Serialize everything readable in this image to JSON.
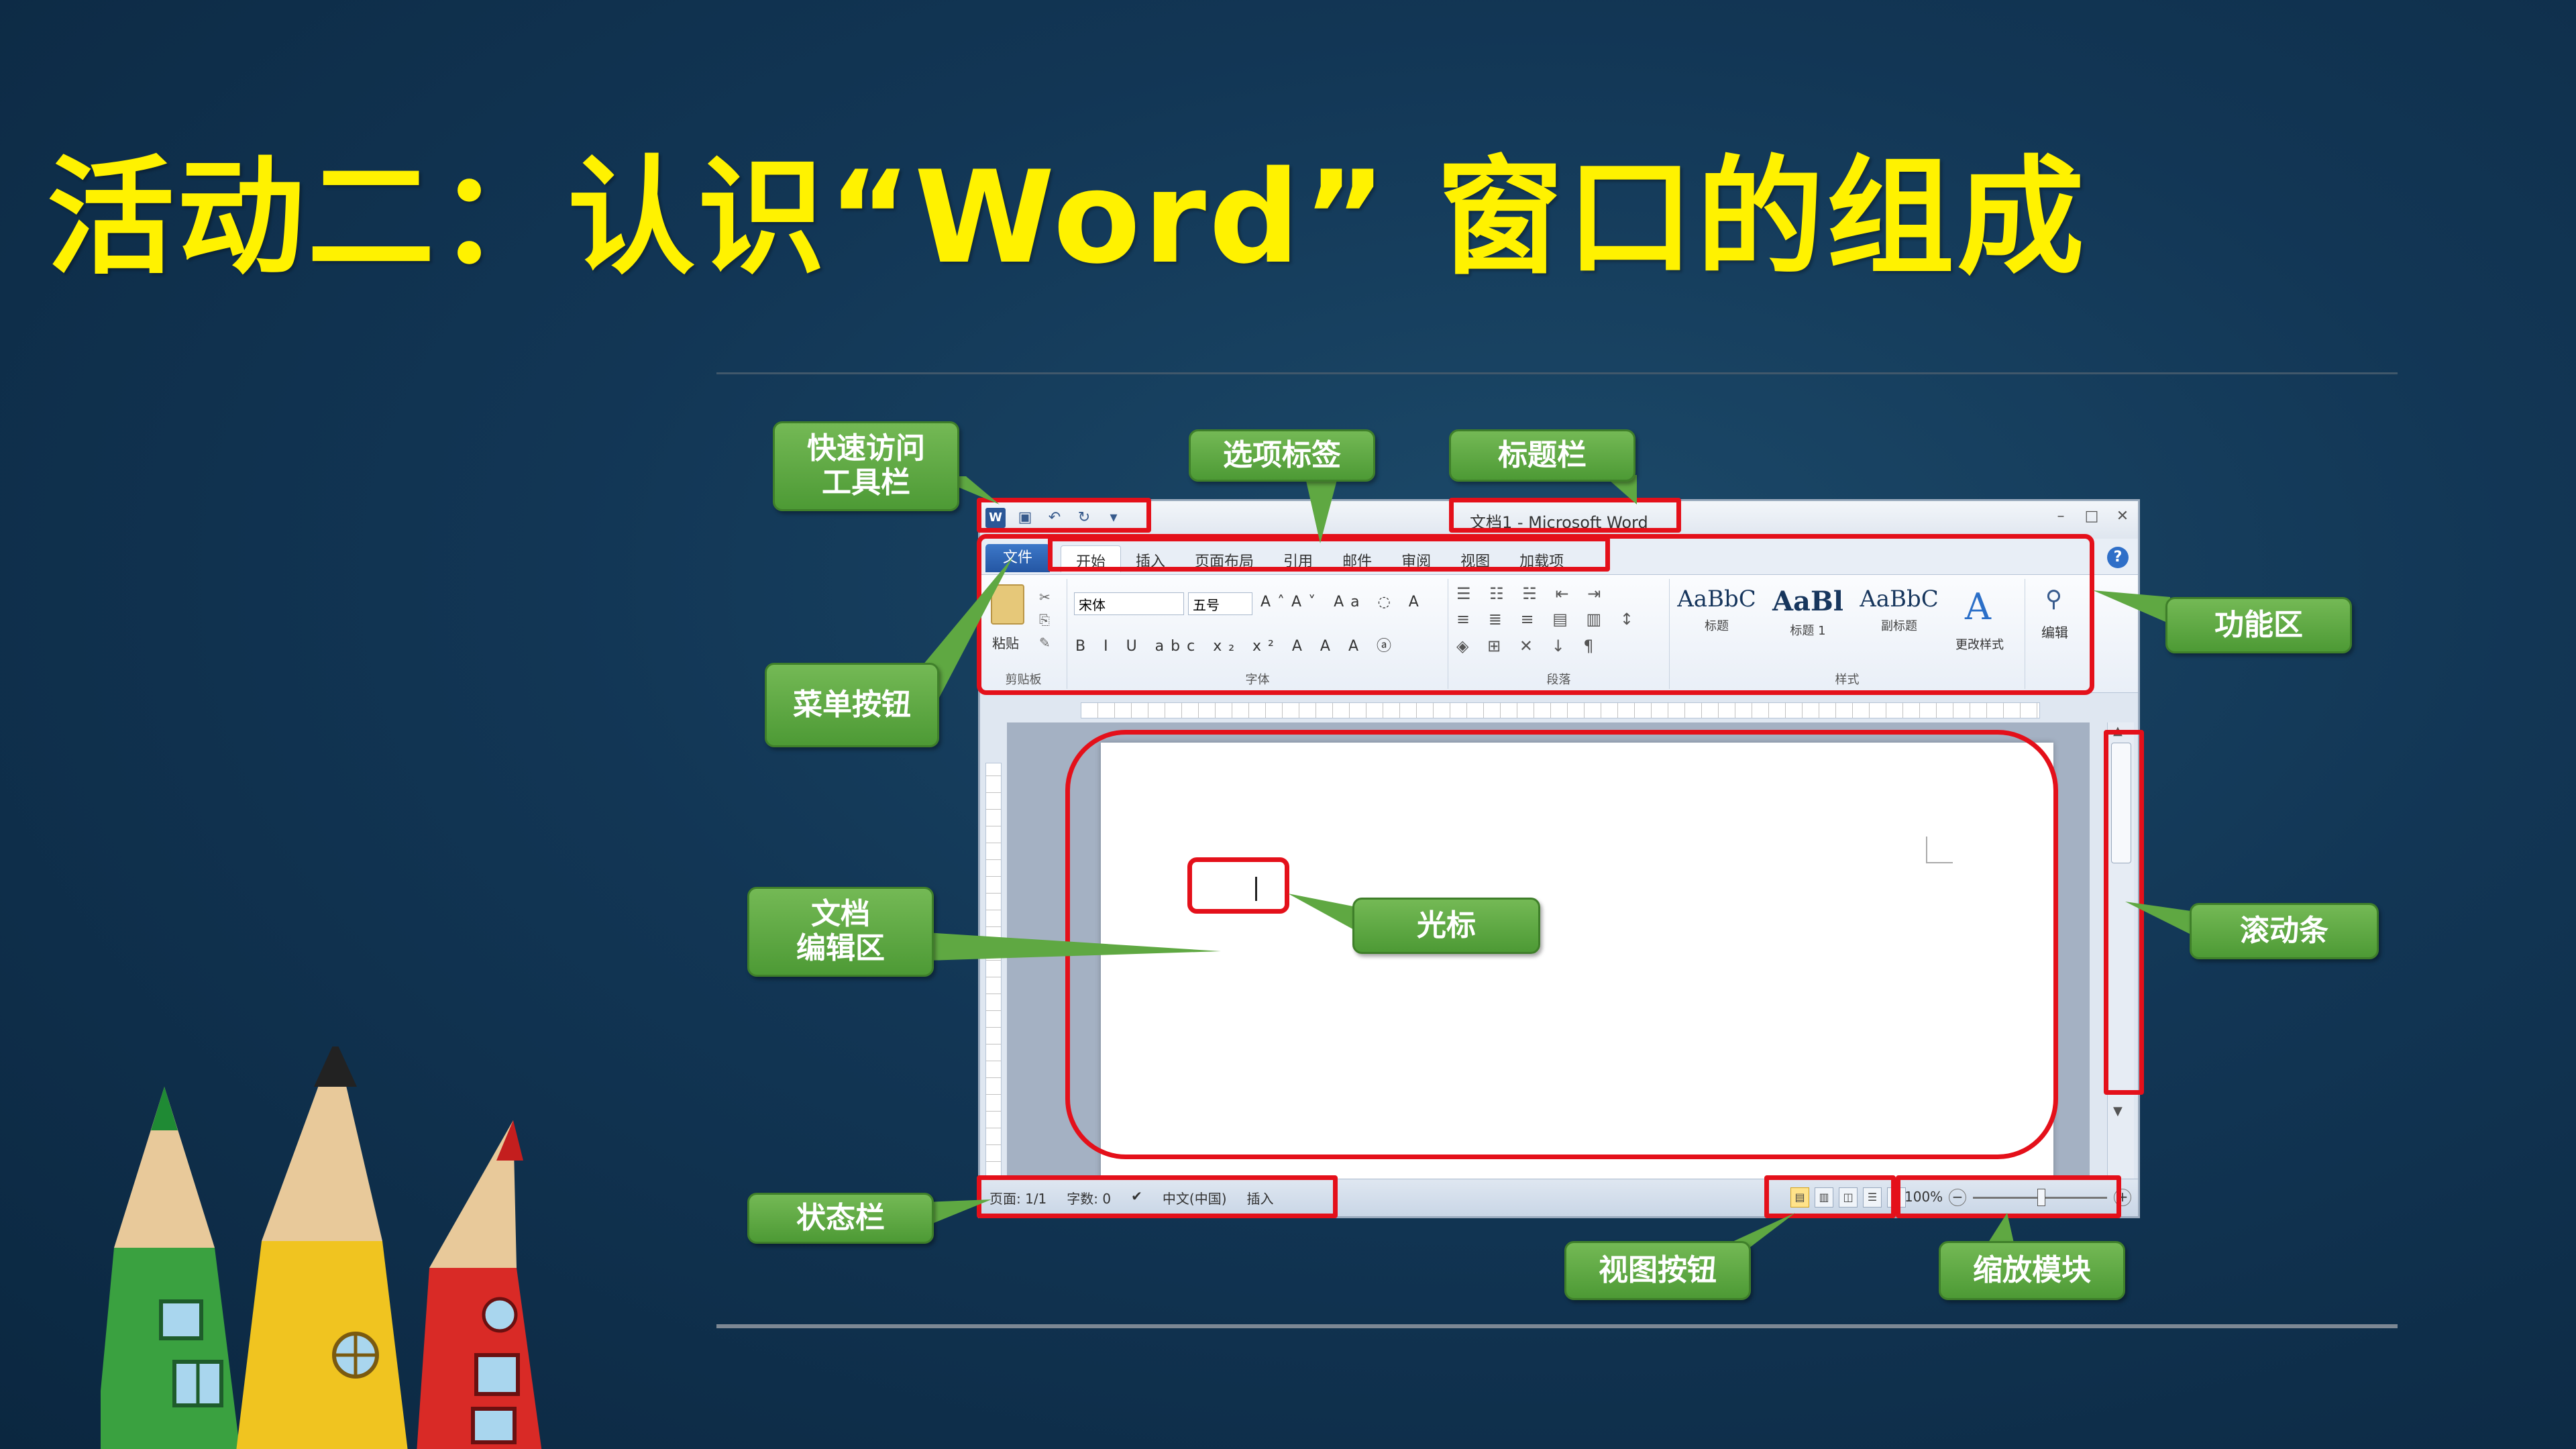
{
  "slide": {
    "title": "活动二：认识“Word” 窗口的组成"
  },
  "word_window": {
    "title": "文档1 - Microsoft Word",
    "file_tab": "文件",
    "tabs": [
      "开始",
      "插入",
      "页面布局",
      "引用",
      "邮件",
      "审阅",
      "视图",
      "加载项"
    ],
    "ribbon": {
      "clipboard": {
        "paste": "粘贴",
        "label": "剪贴板"
      },
      "font": {
        "name": "宋体",
        "size": "五号",
        "label": "字体"
      },
      "paragraph": {
        "label": "段落"
      },
      "styles": {
        "label": "样式",
        "items": [
          {
            "sample": "AaBbC",
            "name": "标题"
          },
          {
            "sample": "AaBl",
            "name": "标题 1"
          },
          {
            "sample": "AaBbC",
            "name": "副标题"
          }
        ],
        "change_styles": "更改样式"
      },
      "editing": {
        "label": "编辑"
      }
    },
    "status": {
      "page": "页面: 1/1",
      "words": "字数: 0",
      "language": "中文(中国)",
      "mode": "插入"
    },
    "zoom": {
      "percent": "100%"
    }
  },
  "callouts": {
    "quick_access": "快速访问\n工具栏",
    "tabs": "选项标签",
    "titlebar": "标题栏",
    "ribbon": "功能区",
    "menu_button": "菜单按钮",
    "doc_area": "文档\n编辑区",
    "cursor": "光标",
    "scrollbar": "滚动条",
    "statusbar": "状态栏",
    "view_buttons": "视图按钮",
    "zoom": "缩放模块"
  },
  "colors": {
    "title": "#fff200",
    "highlight": "#e4101a",
    "callout": "#5fa842"
  }
}
